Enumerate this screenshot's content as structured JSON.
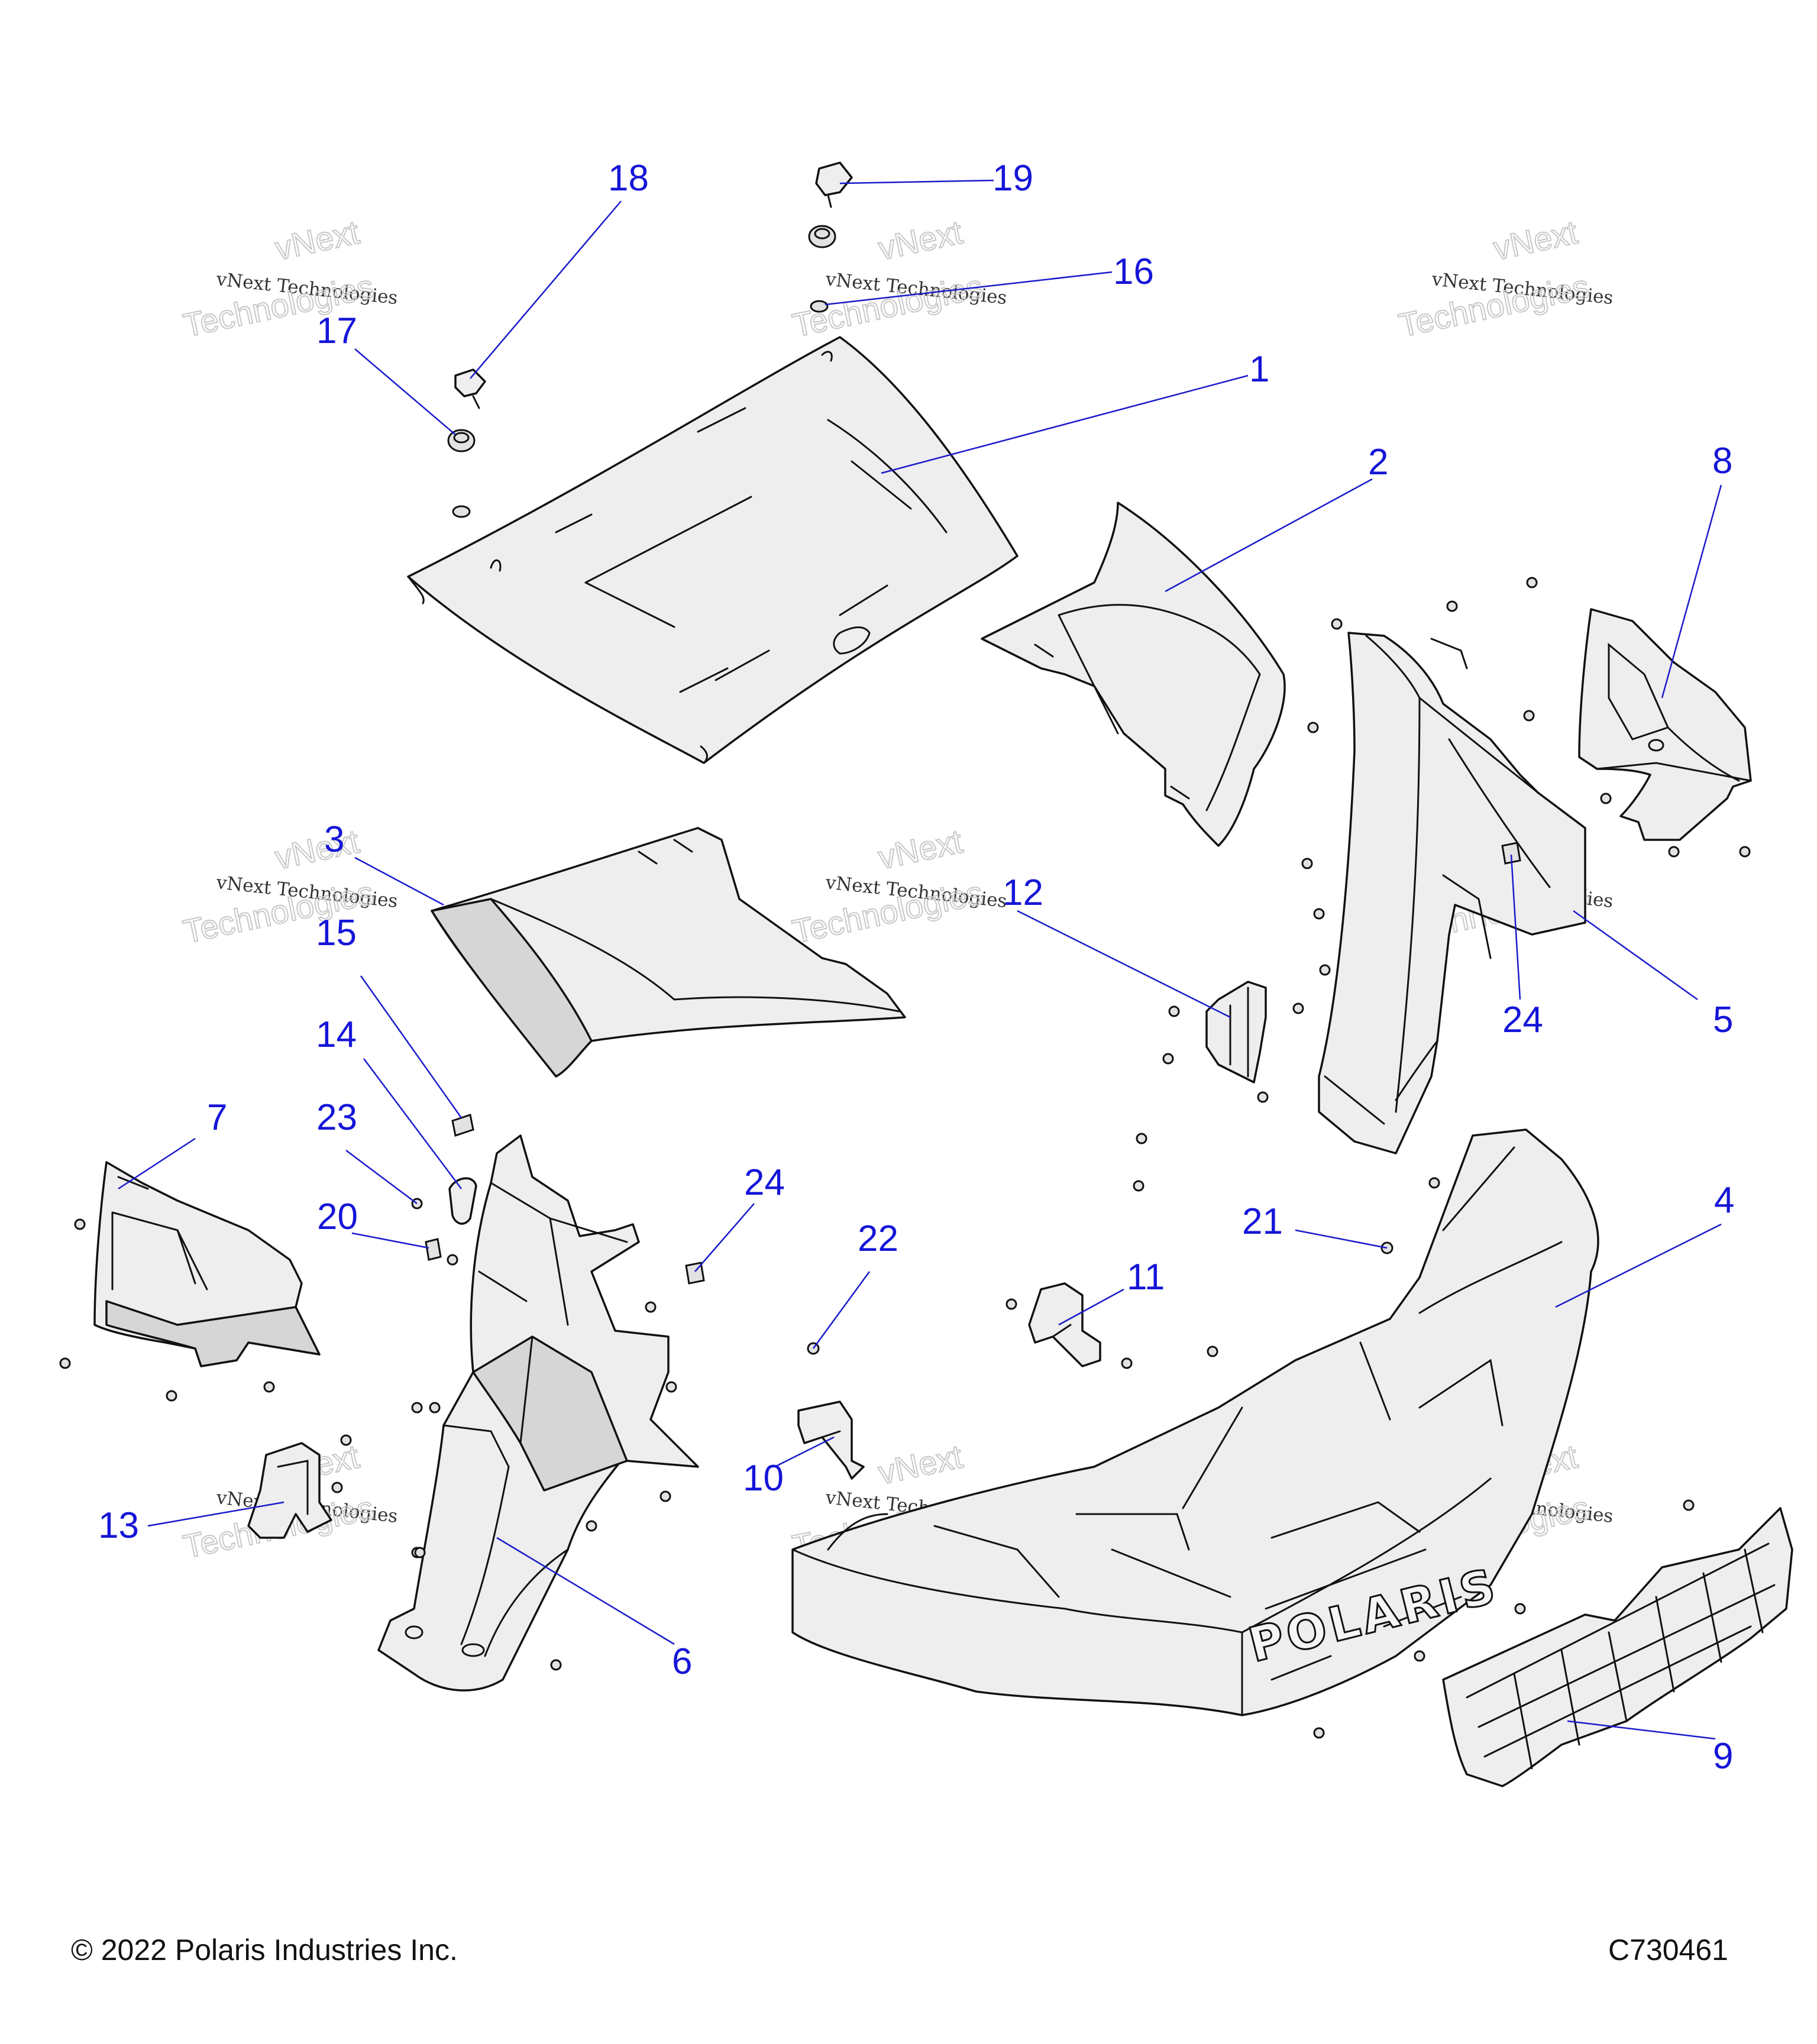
{
  "callouts": [
    {
      "num": "1",
      "label": "part-1-hood"
    },
    {
      "num": "2",
      "label": "part-2-panel"
    },
    {
      "num": "3",
      "label": "part-3-panel"
    },
    {
      "num": "4",
      "label": "part-4-front-bumper"
    },
    {
      "num": "5",
      "label": "part-5-side-frame"
    },
    {
      "num": "6",
      "label": "part-6-side-frame"
    },
    {
      "num": "7",
      "label": "part-7-panel"
    },
    {
      "num": "8",
      "label": "part-8-panel"
    },
    {
      "num": "9",
      "label": "part-9-grille"
    },
    {
      "num": "10",
      "label": "part-10-bracket"
    },
    {
      "num": "11",
      "label": "part-11-bracket"
    },
    {
      "num": "12",
      "label": "part-12-bracket"
    },
    {
      "num": "13",
      "label": "part-13-bracket"
    },
    {
      "num": "14",
      "label": "part-14-clip"
    },
    {
      "num": "15",
      "label": "part-15-fastener"
    },
    {
      "num": "16",
      "label": "part-16-washer"
    },
    {
      "num": "17",
      "label": "part-17-grommet"
    },
    {
      "num": "18",
      "label": "part-18-latch"
    },
    {
      "num": "19",
      "label": "part-19-latch"
    },
    {
      "num": "20",
      "label": "part-20-nut"
    },
    {
      "num": "21",
      "label": "part-21-screw"
    },
    {
      "num": "22",
      "label": "part-22-screw"
    },
    {
      "num": "23",
      "label": "part-23-screw"
    },
    {
      "num": "24",
      "label": "part-24-nut"
    }
  ],
  "watermark": {
    "line1": "vNext",
    "line2": "vNext Technologies",
    "line3": "Technologies"
  },
  "bumper_logo": "POLARIS",
  "footer": {
    "copyright": "© 2022 Polaris Industries Inc.",
    "code": "C730461"
  }
}
